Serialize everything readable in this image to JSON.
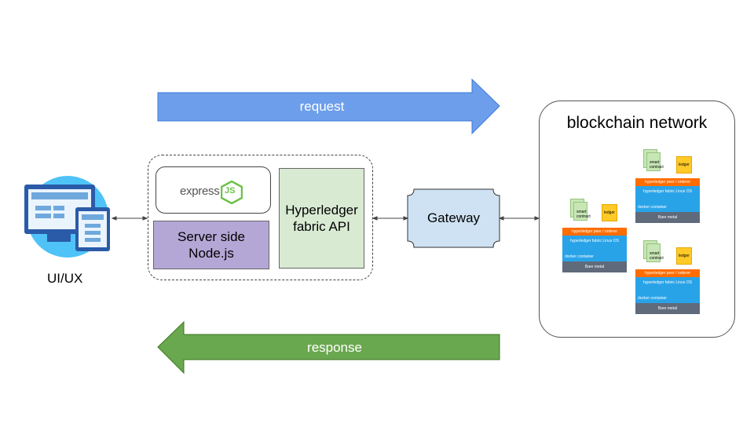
{
  "arrows": {
    "request": {
      "label": "request",
      "color": "#6d9eeb"
    },
    "response": {
      "label": "response",
      "color": "#6aa84f"
    }
  },
  "client": {
    "label": "UI/UX",
    "icon": "computer-monitor-icon"
  },
  "server": {
    "express_logo": {
      "text": "express",
      "badge": "JS",
      "icon": "express-nodejs-logo"
    },
    "node_label": "Server side Node.js",
    "node_color": "#b4a7d6",
    "hlf_api_label": "Hyperledger fabric API",
    "hlf_color": "#d9ead3"
  },
  "gateway": {
    "label": "Gateway",
    "color": "#cfe2f3"
  },
  "blockchain": {
    "title": "blockchain network",
    "peer_stack": {
      "smart_contract": "smart contract",
      "ledger": "ledger",
      "peer_layer": "hyperledger peer / orderer",
      "os_layer": "hyperledger fabric Linux OS",
      "container_layer": "docker container",
      "base_layer": "Bare metal"
    },
    "layer_colors": {
      "peer": "#ff6d01",
      "os": "#29a3e8",
      "base": "#5f6b7b"
    }
  }
}
